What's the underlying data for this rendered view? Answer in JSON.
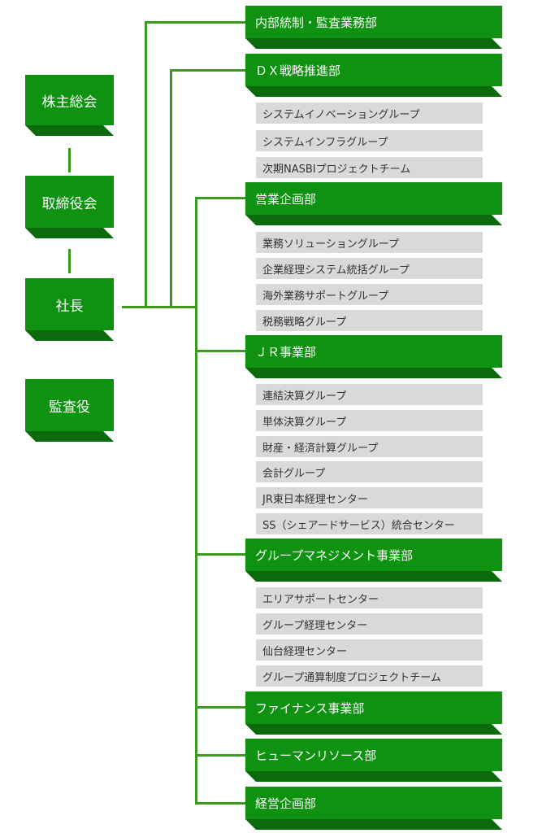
{
  "executives": [
    "株主総会",
    "取締役会",
    "社長",
    "監査役"
  ],
  "departments": [
    {
      "name": "内部統制・監査業務部",
      "groups": []
    },
    {
      "name": "ＤＸ戦略推進部",
      "groups": [
        "システムイノベーショングループ",
        "システムインフラグループ",
        "次期NASBIプロジェクトチーム"
      ]
    },
    {
      "name": "営業企画部",
      "groups": [
        "業務ソリューショングループ",
        "企業経理システム統括グループ",
        "海外業務サポートグループ",
        "税務戦略グループ"
      ]
    },
    {
      "name": "ＪＲ事業部",
      "groups": [
        "連結決算グループ",
        "単体決算グループ",
        "財産・経済計算グループ",
        "会計グループ",
        "JR東日本経理センター",
        "SS（シェアードサービス）統合センター"
      ]
    },
    {
      "name": "グループマネジメント事業部",
      "groups": [
        "エリアサポートセンター",
        "グループ経理センター",
        "仙台経理センター",
        "グループ通算制度プロジェクトチーム"
      ]
    },
    {
      "name": "ファイナンス事業部",
      "groups": []
    },
    {
      "name": "ヒューマンリソース部",
      "groups": []
    },
    {
      "name": "経営企画部",
      "groups": []
    }
  ],
  "colors": {
    "box": "#0f9111",
    "box_shadow": "#0b6a0c",
    "line": "#3c9a1f",
    "group_bg": "#d9d9d9"
  }
}
